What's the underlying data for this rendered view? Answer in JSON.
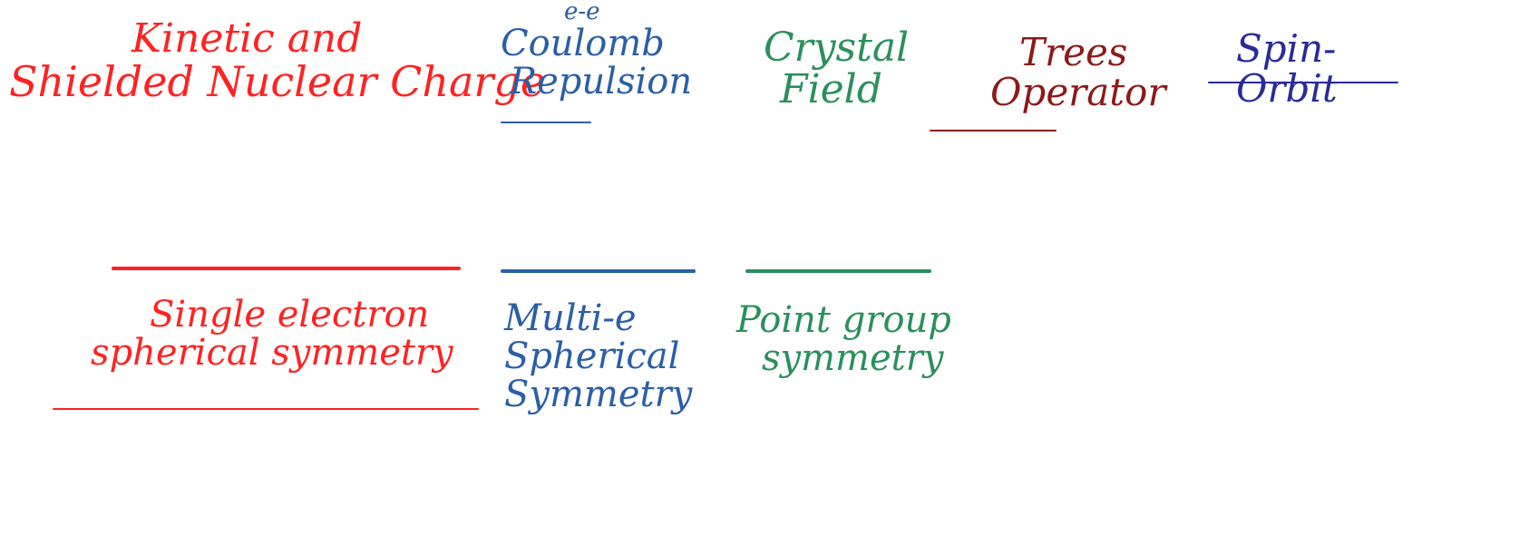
{
  "colors": {
    "red": "#ff2222",
    "blue": "#2b5fa6",
    "green": "#2a8f5e",
    "maroon": "#8b1a1a",
    "navy": "#2a2a9a"
  },
  "top_row": {
    "kinetic": {
      "line1": "Kinetic and",
      "line2": "Shielded Nuclear Charge"
    },
    "coulomb": {
      "line0": "e-e",
      "line1": "Coulomb",
      "line2": "Repulsion"
    },
    "crystal": {
      "line1": "Crystal",
      "line2": "Field"
    },
    "trees": {
      "line1": "Trees",
      "line2": "Operator"
    },
    "spin": {
      "line1": "Spin-",
      "line2": "Orbit"
    }
  },
  "bottom_row": {
    "single": {
      "line1": "Single electron",
      "line2": "spherical symmetry"
    },
    "multi": {
      "line1": "Multi-e",
      "line2": "Spherical",
      "line3": "Symmetry"
    },
    "point": {
      "line1": "Point group",
      "line2": "symmetry"
    }
  }
}
